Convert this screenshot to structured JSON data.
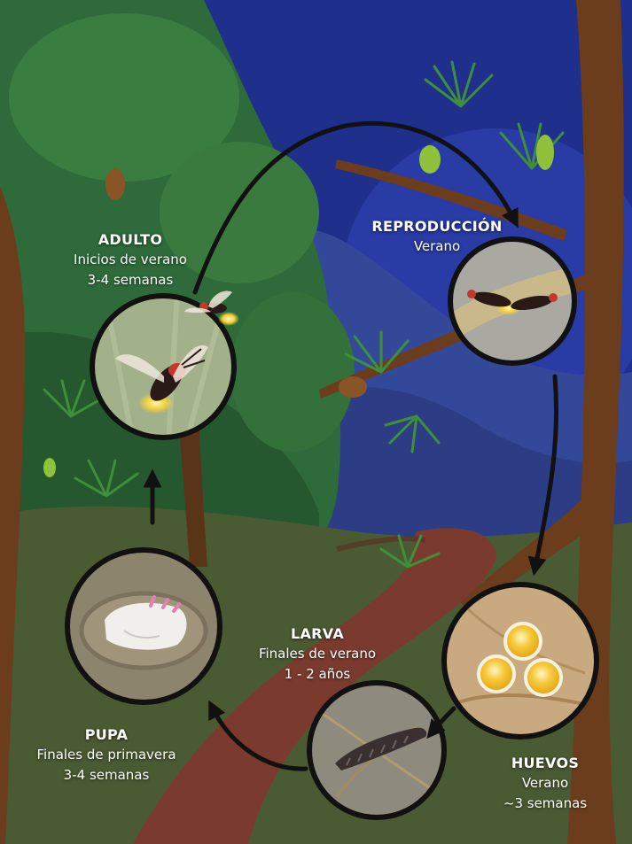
{
  "colors": {
    "night_sky": "#1e2f8c",
    "moon": "#2a3da6",
    "hill": "#3a4f9f",
    "forest_green": "#2f6b3a",
    "leaf_green": "#4c8f3a",
    "trunk_brown": "#6b3d1c",
    "path_red": "#7a3b2e",
    "ground": "#4a5a32",
    "arrow": "#111111",
    "firefly_glow": "#f4d03f",
    "egg_yellow": "#f2b821",
    "label_text": "#ffffff"
  },
  "stages": {
    "adult": {
      "icon": "adult-firefly",
      "title": "ADULTO",
      "line1": "Inicios de verano",
      "line2": "3-4 semanas"
    },
    "reproduction": {
      "icon": "mating-fireflies",
      "title": "REPRODUCCIÓN",
      "line1": "Verano"
    },
    "eggs": {
      "icon": "eggs",
      "title": "HUEVOS",
      "line1": "Verano",
      "line2": "~3 semanas"
    },
    "larva": {
      "icon": "larva",
      "title": "LARVA",
      "line1": "Finales de verano",
      "line2": "1 - 2 años"
    },
    "pupa": {
      "icon": "pupa",
      "title": "PUPA",
      "line1": "Finales de primavera",
      "line2": "3-4 semanas"
    }
  },
  "cycle_order": [
    "adult",
    "reproduction",
    "eggs",
    "larva",
    "pupa"
  ]
}
